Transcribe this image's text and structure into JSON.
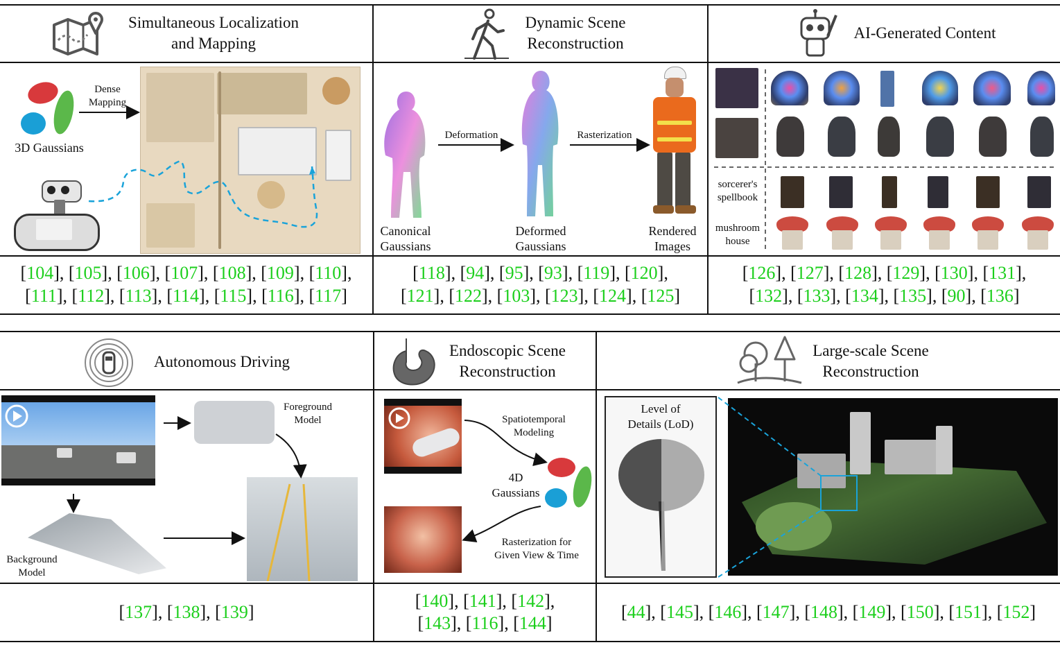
{
  "colors": {
    "citation": "#1ccf1c",
    "dashed_path": "#1aa3d9",
    "border": "#111111"
  },
  "slam": {
    "title_line1": "Simultaneous Localization",
    "title_line2": "and Mapping",
    "icon": "map-pin-icon",
    "dense_mapping_1": "Dense",
    "dense_mapping_2": "Mapping",
    "gaussians_label": "3D Gaussians",
    "refs_line1": [
      "104",
      "105",
      "106",
      "107",
      "108",
      "109",
      "110"
    ],
    "refs_line2": [
      "111",
      "112",
      "113",
      "114",
      "115",
      "116",
      "117"
    ]
  },
  "dynamic": {
    "title_line1": "Dynamic Scene",
    "title_line2": "Reconstruction",
    "icon": "walking-person-icon",
    "deformation": "Deformation",
    "rasterization": "Rasterization",
    "canonical_1": "Canonical",
    "canonical_2": "Gaussians",
    "deformed_1": "Deformed",
    "deformed_2": "Gaussians",
    "rendered_1": "Rendered",
    "rendered_2": "Images",
    "refs_line1": [
      "118",
      "94",
      "95",
      "93",
      "119",
      "120"
    ],
    "refs_line2": [
      "121",
      "122",
      "103",
      "123",
      "124",
      "125"
    ]
  },
  "aigc": {
    "title": "AI-Generated Content",
    "icon": "robot-artist-icon",
    "spellbook_1": "sorcerer's",
    "spellbook_2": "spellbook",
    "mushroom_1": "mushroom",
    "mushroom_2": "house",
    "refs_line1": [
      "126",
      "127",
      "128",
      "129",
      "130",
      "131"
    ],
    "refs_line2": [
      "132",
      "133",
      "134",
      "135",
      "90",
      "136"
    ]
  },
  "driving": {
    "title": "Autonomous Driving",
    "icon": "car-radar-icon",
    "foreground_1": "Foreground",
    "foreground_2": "Model",
    "background_1": "Background",
    "background_2": "Model",
    "refs_line1": [
      "137",
      "138",
      "139"
    ]
  },
  "endo": {
    "title_line1": "Endoscopic Scene",
    "title_line2": "Reconstruction",
    "icon": "stomach-icon",
    "spatiotemporal_1": "Spatiotemporal",
    "spatiotemporal_2": "Modeling",
    "gaussians_1": "4D",
    "gaussians_2": "Gaussians",
    "raster_1": "Rasterization for",
    "raster_2": "Given View & Time",
    "refs_line1": [
      "140",
      "141",
      "142"
    ],
    "refs_line2": [
      "143",
      "116",
      "144"
    ]
  },
  "large": {
    "title_line1": "Large-scale Scene",
    "title_line2": "Reconstruction",
    "icon": "landscape-trees-icon",
    "lod_1": "Level of",
    "lod_2": "Details (LoD)",
    "refs_line1": [
      "44",
      "145",
      "146",
      "147",
      "148",
      "149",
      "150",
      "151",
      "152"
    ]
  }
}
